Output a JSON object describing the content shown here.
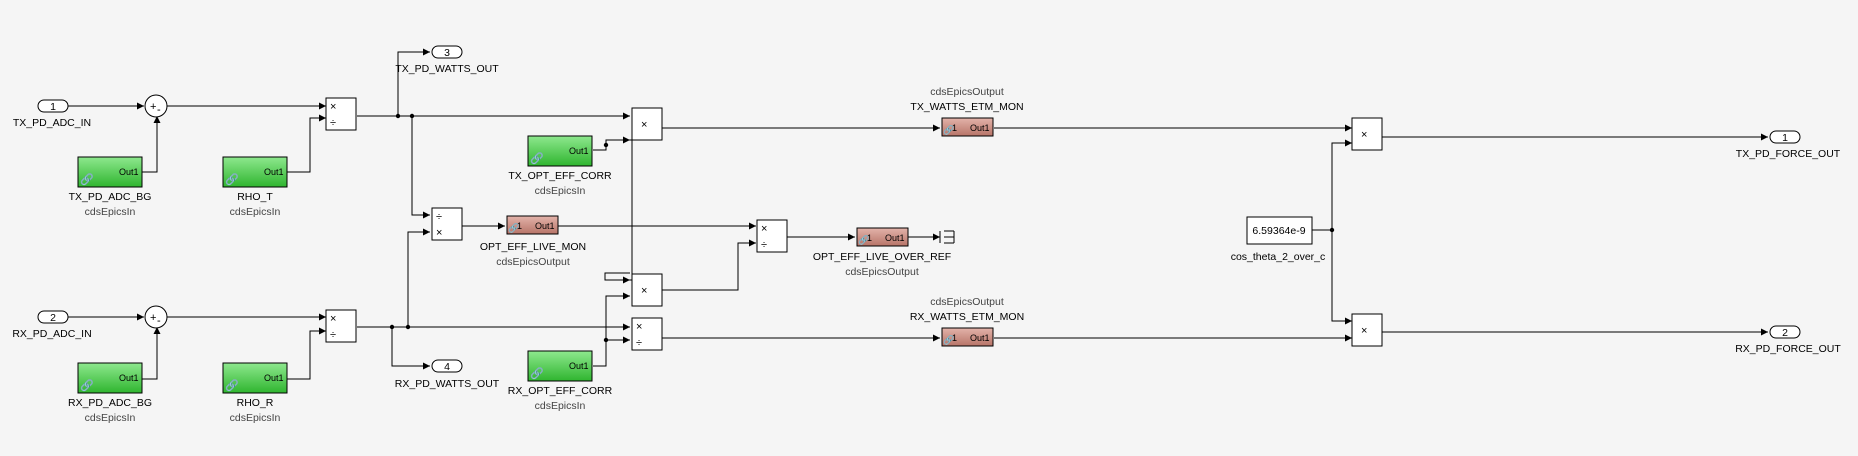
{
  "inports": [
    {
      "num": "1",
      "name": "TX_PD_ADC_IN"
    },
    {
      "num": "2",
      "name": "RX_PD_ADC_IN"
    }
  ],
  "outports": [
    {
      "num": "3",
      "name": "TX_PD_WATTS_OUT"
    },
    {
      "num": "4",
      "name": "RX_PD_WATTS_OUT"
    },
    {
      "num": "1",
      "name": "TX_PD_FORCE_OUT"
    },
    {
      "num": "2",
      "name": "RX_PD_FORCE_OUT"
    }
  ],
  "epics_in": [
    {
      "name": "TX_PD_ADC_BG",
      "type": "cdsEpicsIn",
      "port": "Out1"
    },
    {
      "name": "RHO_T",
      "type": "cdsEpicsIn",
      "port": "Out1"
    },
    {
      "name": "RX_PD_ADC_BG",
      "type": "cdsEpicsIn",
      "port": "Out1"
    },
    {
      "name": "RHO_R",
      "type": "cdsEpicsIn",
      "port": "Out1"
    },
    {
      "name": "TX_OPT_EFF_CORR",
      "type": "cdsEpicsIn",
      "port": "Out1"
    },
    {
      "name": "RX_OPT_EFF_CORR",
      "type": "cdsEpicsIn",
      "port": "Out1"
    }
  ],
  "epics_out": [
    {
      "name": "TX_WATTS_ETM_MON",
      "type": "cdsEpicsOutput",
      "in": "1",
      "port": "Out1"
    },
    {
      "name": "OPT_EFF_LIVE_MON",
      "type": "cdsEpicsOutput",
      "in": "1",
      "port": "Out1"
    },
    {
      "name": "OPT_EFF_LIVE_OVER_REF",
      "type": "cdsEpicsOutput",
      "in": "1",
      "port": "Out1"
    },
    {
      "name": "RX_WATTS_ETM_MON",
      "type": "cdsEpicsOutput",
      "in": "1",
      "port": "Out1"
    }
  ],
  "constant": {
    "value": "6.59364e-9",
    "name": "cos_theta_2_over_c"
  },
  "symbols": {
    "times": "×",
    "divide": "÷",
    "plus": "+",
    "minus": "-"
  },
  "colors": {
    "epics_in_fill": "#3fc63f",
    "epics_out_fill": "#c68a80",
    "background": "#f5f5f5"
  }
}
